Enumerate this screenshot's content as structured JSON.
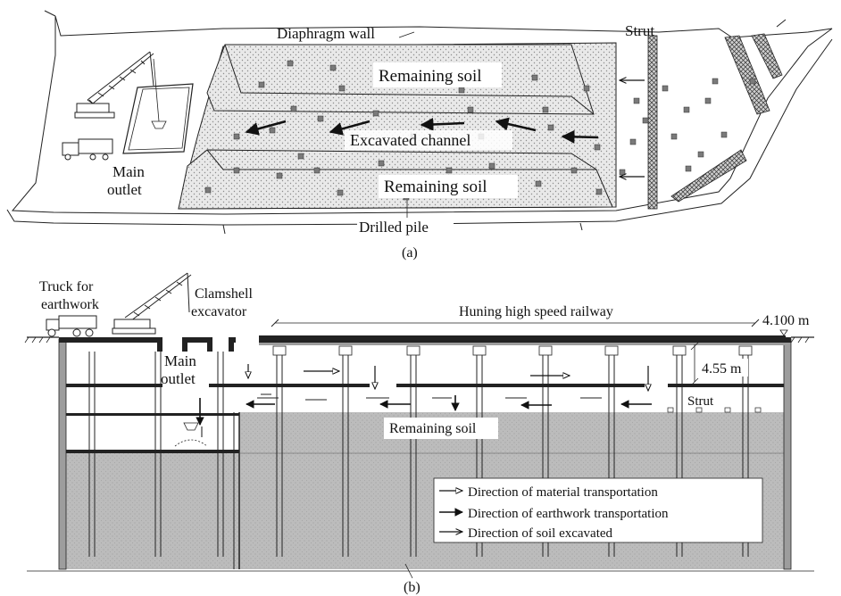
{
  "plan_view": {
    "diaphragm_wall_label": "Diaphragm wall",
    "strut_label": "Strut",
    "remaining_soil_top_label": "Remaining soil",
    "excavated_channel_label": "Excavated channel",
    "remaining_soil_bottom_label": "Remaining soil",
    "drilled_pile_label": "Drilled pile",
    "main_outlet_line1": "Main",
    "main_outlet_line2": "outlet",
    "caption": "(a)"
  },
  "section_view": {
    "truck_line1": "Truck for",
    "truck_line2": "earthwork",
    "clamshell_line1": "Clamshell",
    "clamshell_line2": "excavator",
    "railway_label": "Huning high speed railway",
    "elevation_label": "4.100 m",
    "depth_label": "4.55 m",
    "strut_label": "Strut",
    "main_outlet_line1": "Main",
    "main_outlet_line2": "outlet",
    "remaining_soil_label": "Remaining soil",
    "caption": "(b)"
  },
  "legend": {
    "items": [
      {
        "label": "Direction of material transportation",
        "arrow": "open-head"
      },
      {
        "label": "Direction of earthwork transportation",
        "arrow": "filled-head"
      },
      {
        "label": "Direction of soil excavated",
        "arrow": "line-head"
      }
    ]
  },
  "colors": {
    "soil_fill": "#bcbcbc",
    "line": "#222222",
    "background": "#ffffff"
  }
}
